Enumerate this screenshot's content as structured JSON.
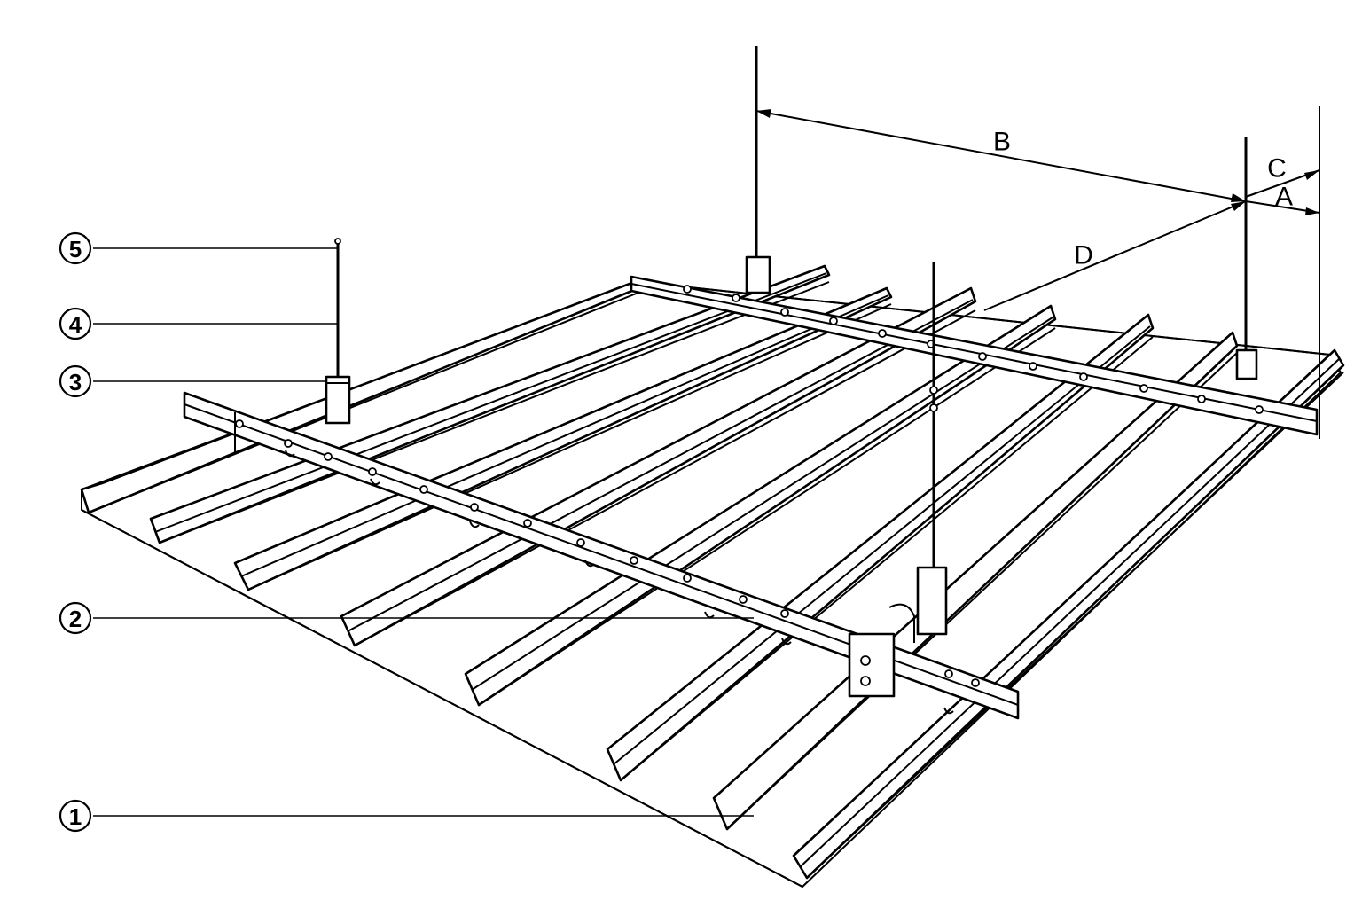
{
  "callouts": [
    {
      "num": "1",
      "name": "callout-1"
    },
    {
      "num": "2",
      "name": "callout-2"
    },
    {
      "num": "3",
      "name": "callout-3"
    },
    {
      "num": "4",
      "name": "callout-4"
    },
    {
      "num": "5",
      "name": "callout-5"
    }
  ],
  "dimensions": {
    "a": "A",
    "b": "B",
    "c": "C",
    "d": "D"
  }
}
